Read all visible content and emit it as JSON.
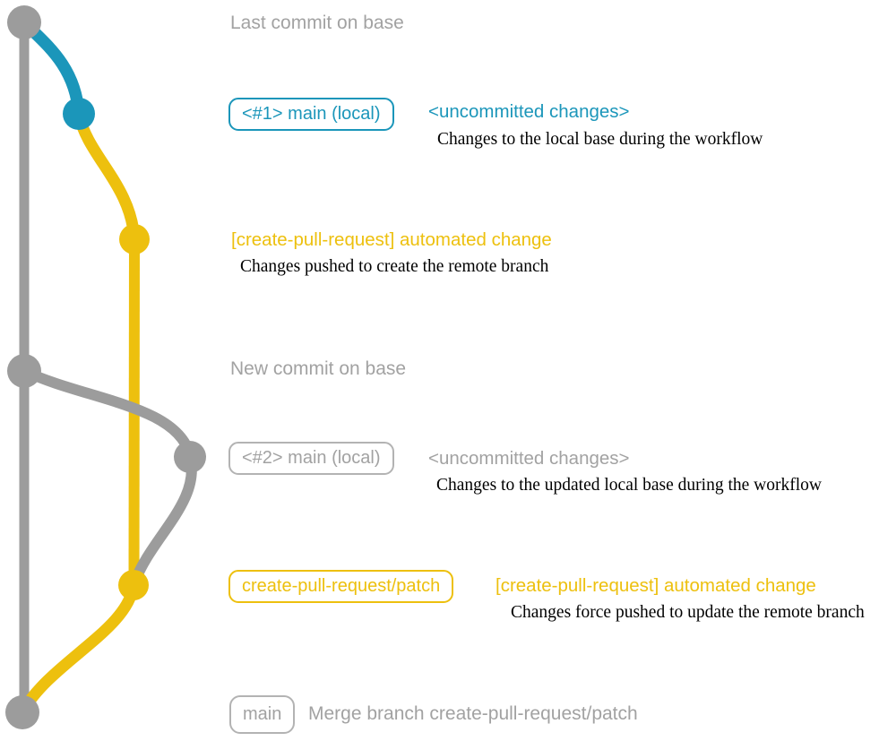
{
  "colors": {
    "base_gray": "#9c9c9c",
    "label_gray": "#a2a2a2",
    "branch_blue": "#1b96ba",
    "branch_yellow": "#edc00e",
    "note_black": "#000000"
  },
  "graph": {
    "events": [
      {
        "type": "base-commit",
        "label": "Last commit on base"
      },
      {
        "type": "branch-head",
        "branch_label": "<#1> main (local)",
        "status": "<uncommitted changes>",
        "note": "Changes to the local base during the workflow"
      },
      {
        "type": "commit",
        "message": "[create-pull-request] automated change",
        "note": "Changes pushed to create the remote branch"
      },
      {
        "type": "base-commit",
        "label": "New commit on base"
      },
      {
        "type": "branch-head",
        "branch_label": "<#2> main (local)",
        "status": "<uncommitted changes>",
        "note": "Changes to the updated local base during the workflow"
      },
      {
        "type": "branch-head",
        "branch_label": "create-pull-request/patch",
        "message": "[create-pull-request] automated change",
        "note": "Changes force pushed to update the remote branch"
      },
      {
        "type": "merge-commit",
        "branch_label": "main",
        "message": "Merge branch create-pull-request/patch"
      }
    ]
  }
}
